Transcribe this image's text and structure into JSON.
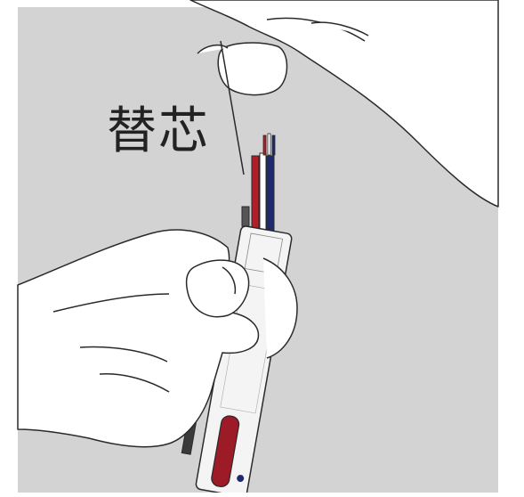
{
  "callout": {
    "label": "替芯"
  },
  "colors": {
    "background_panel": "#d3d3d3",
    "skin_fill": "#ffffff",
    "outline": "#2a2a2a",
    "pen_body": "#f4f4f4",
    "refill_red": "#b01e2a",
    "refill_blue": "#1f2a6e",
    "pen_window_red": "#9c1b27",
    "grip_dark": "#3a3a3a"
  },
  "icons": [
    "hand-top",
    "hand-bottom",
    "multi-color-pen",
    "refill-bundle"
  ]
}
